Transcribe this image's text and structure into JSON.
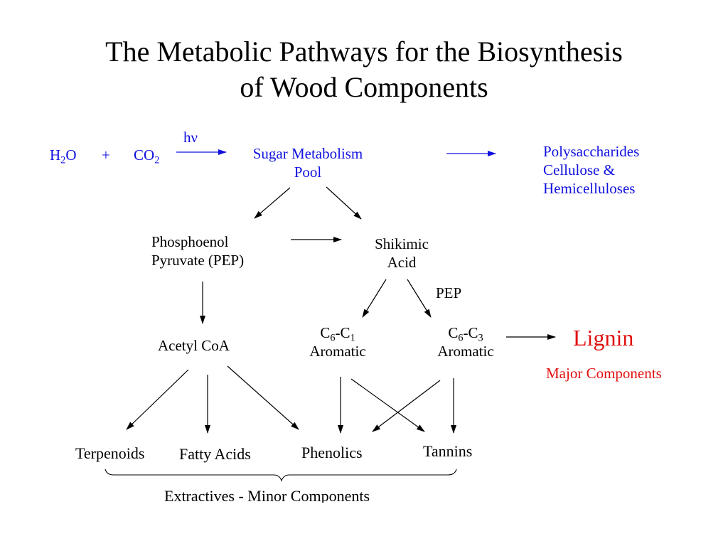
{
  "title": {
    "line1": "The Metabolic Pathways for the Biosynthesis",
    "line2": "of Wood Components"
  },
  "nodes": {
    "h2o": {
      "main": "H",
      "sub": "2",
      "tail": "O"
    },
    "plus": "+",
    "co2": {
      "main": "CO",
      "sub": "2"
    },
    "hv": "hν",
    "sugar_pool": {
      "line1": "Sugar Metabolism",
      "line2": "Pool"
    },
    "polysaccharides": {
      "line1": "Polysaccharides",
      "line2": "Cellulose &",
      "line3": "Hemicelluloses"
    },
    "pep_node": {
      "line1": "Phosphoenol",
      "line2": "Pyruvate (PEP)"
    },
    "shikimic": {
      "line1": "Shikimic",
      "line2": "Acid"
    },
    "pep_label": "PEP",
    "acetyl_coa": "Acetyl CoA",
    "c6c1": {
      "c": "C",
      "s1": "6",
      "mid": "-C",
      "s2": "1",
      "line2": "Aromatic"
    },
    "c6c3": {
      "c": "C",
      "s1": "6",
      "mid": "-C",
      "s2": "3",
      "line2": "Aromatic"
    },
    "lignin": "Lignin",
    "major": "Major Components",
    "terpenoids": "Terpenoids",
    "fatty_acids": "Fatty Acids",
    "phenolics": "Phenolics",
    "tannins": "Tannins",
    "extractives": "Extractives - Minor Components"
  },
  "colors": {
    "blue_text": "#1010e0",
    "red_text": "#e01010",
    "black_text": "#000000"
  }
}
